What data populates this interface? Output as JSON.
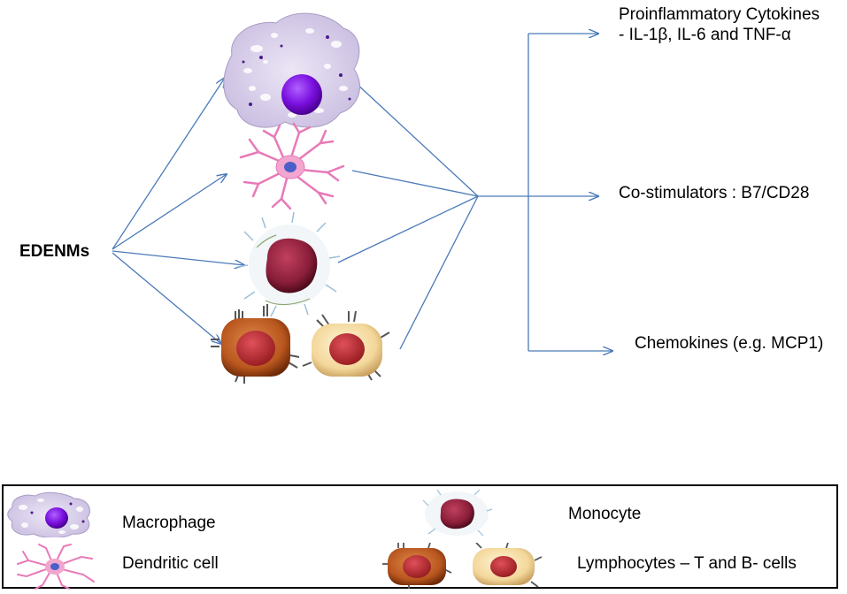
{
  "source": {
    "label": "EDENMs"
  },
  "outputs": [
    {
      "label": "Proinflammatory Cytokines - IL-1β, IL-6 and TNF-α"
    },
    {
      "label": "Co-stimulators : B7/CD28"
    },
    {
      "label": "Chemokines (e.g. MCP1)"
    }
  ],
  "legend": {
    "macrophage": "Macrophage",
    "monocyte": "Monocyte",
    "dendritic": "Dendritic cell",
    "lymphocytes": "Lymphocytes – T and B- cells"
  },
  "colors": {
    "arrow": "#4a7ab8",
    "macrophage_body": "#d6cbe8",
    "macrophage_nucleus": "#7a10e0",
    "dendritic": "#e87ab8",
    "monocyte_nucleus": "#8a1e3a",
    "lymph_t_outer": "#b8561e",
    "lymph_b_outer": "#f3d79a"
  }
}
